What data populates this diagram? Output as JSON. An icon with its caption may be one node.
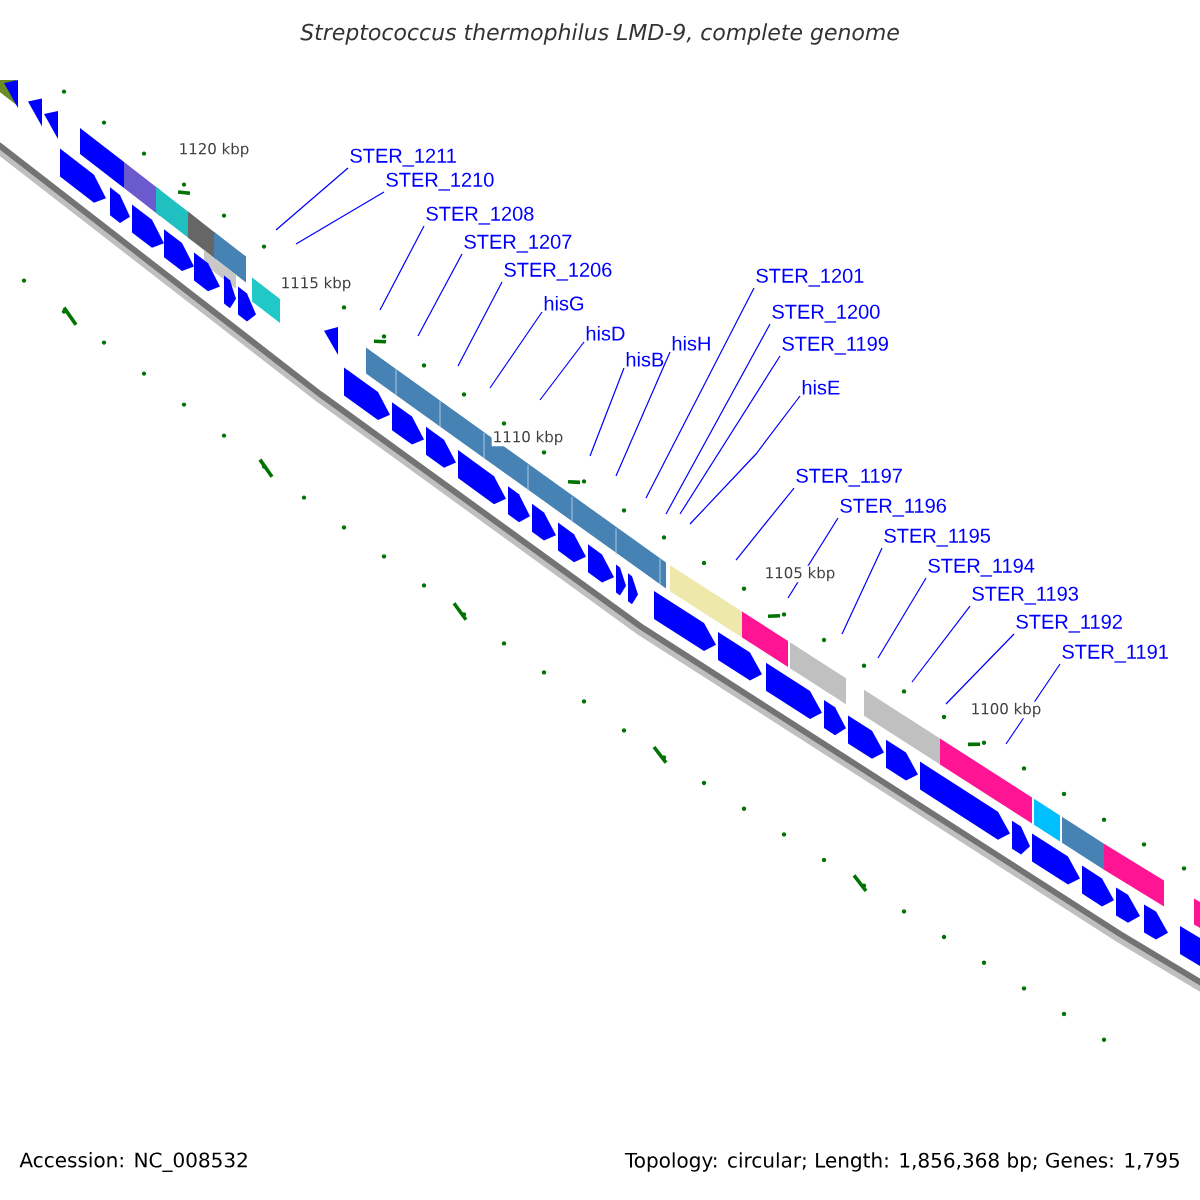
{
  "diagram": {
    "title": "Streptococcus thermophilus LMD-9, complete genome",
    "nodes": [
      {
        "text": [
          "STER_1211"
        ]
      },
      {
        "text": [
          "STER_1210"
        ]
      },
      {
        "text": [
          "STER_1208"
        ]
      },
      {
        "text": [
          "STER_1207"
        ]
      },
      {
        "text": [
          "STER_1206"
        ]
      },
      {
        "text": [
          "hisG"
        ]
      },
      {
        "text": [
          "hisD"
        ]
      },
      {
        "text": [
          "hisB"
        ]
      },
      {
        "text": [
          "hisH"
        ]
      },
      {
        "text": [
          "STER_1201"
        ]
      },
      {
        "text": [
          "STER_1200"
        ]
      },
      {
        "text": [
          "STER_1199"
        ]
      },
      {
        "text": [
          "hisE"
        ]
      },
      {
        "text": [
          "STER_1197"
        ]
      },
      {
        "text": [
          "STER_1196"
        ]
      },
      {
        "text": [
          "STER_1195"
        ]
      },
      {
        "text": [
          "STER_1194"
        ]
      },
      {
        "text": [
          "STER_1193"
        ]
      },
      {
        "text": [
          "STER_1192"
        ]
      },
      {
        "text": [
          "STER_1191"
        ]
      }
    ],
    "edges": [
      {
        "from": 0,
        "to": null,
        "arrow": "none"
      },
      {
        "from": 1,
        "to": null,
        "arrow": "none"
      },
      {
        "from": 2,
        "to": null,
        "arrow": "none"
      },
      {
        "from": 3,
        "to": null,
        "arrow": "none"
      },
      {
        "from": 4,
        "to": null,
        "arrow": "none"
      },
      {
        "from": 5,
        "to": null,
        "arrow": "none"
      },
      {
        "from": 6,
        "to": null,
        "arrow": "none"
      },
      {
        "from": 7,
        "to": null,
        "arrow": "none"
      },
      {
        "from": 8,
        "to": null,
        "arrow": "none"
      },
      {
        "from": 9,
        "to": null,
        "arrow": "none"
      },
      {
        "from": 10,
        "to": null,
        "arrow": "none"
      },
      {
        "from": 11,
        "to": null,
        "arrow": "none"
      },
      {
        "from": 12,
        "to": null,
        "arrow": "none"
      },
      {
        "from": 13,
        "to": null,
        "arrow": "none"
      },
      {
        "from": 14,
        "to": null,
        "arrow": "none"
      },
      {
        "from": 15,
        "to": null,
        "arrow": "none"
      },
      {
        "from": 16,
        "to": null,
        "arrow": "none"
      },
      {
        "from": 17,
        "to": null,
        "arrow": "none"
      },
      {
        "from": 18,
        "to": null,
        "arrow": "none"
      },
      {
        "from": 19,
        "to": null,
        "arrow": "none"
      }
    ],
    "labels": [
      "1120 kbp",
      "1115 kbp",
      "1110 kbp",
      "1105 kbp",
      "1100 kbp",
      "Accession: NC_008532",
      "Topology: circular; Length: 1,856,368 bp; Genes: 1,795"
    ]
  }
}
